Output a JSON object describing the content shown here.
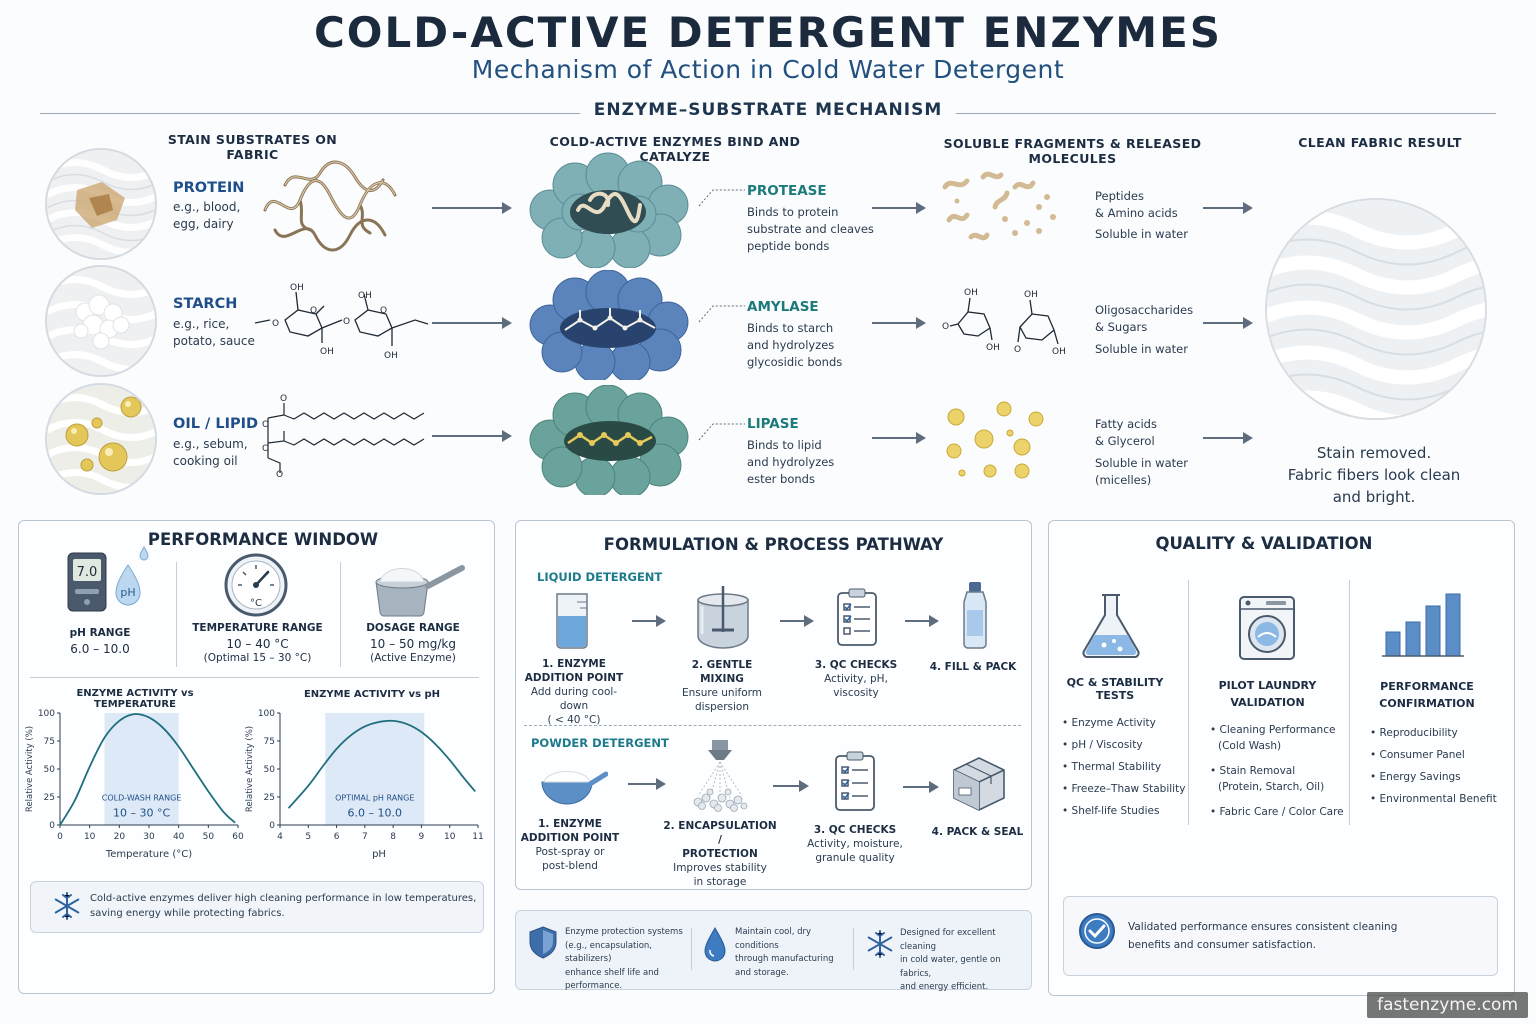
{
  "header": {
    "title": "COLD-ACTIVE DETERGENT ENZYMES",
    "subtitle": "Mechanism of Action in Cold Water Detergent",
    "section_title": "ENZYME–SUBSTRATE MECHANISM"
  },
  "mechanism": {
    "col_stains": "STAIN SUBSTRATES ON FABRIC",
    "col_enzymes": "COLD-ACTIVE ENZYMES BIND AND CATALYZE",
    "col_fragments": "SOLUBLE FRAGMENTS & RELEASED MOLECULES",
    "col_result": "CLEAN FABRIC RESULT",
    "rows": [
      {
        "substrate": "PROTEIN",
        "sub_l1": "e.g., blood,",
        "sub_l2": "egg, dairy",
        "enzyme": "PROTEASE",
        "enz_l1": "Binds to protein",
        "enz_l2": "substrate and cleaves",
        "enz_l3": "peptide bonds",
        "prod_l1": "Peptides",
        "prod_l2": "& Amino acids",
        "prod_l3": "Soluble in water",
        "prod_l4": ""
      },
      {
        "substrate": "STARCH",
        "sub_l1": "e.g., rice,",
        "sub_l2": "potato, sauce",
        "enzyme": "AMYLASE",
        "enz_l1": "Binds to starch",
        "enz_l2": "and hydrolyzes",
        "enz_l3": "glycosidic bonds",
        "prod_l1": "Oligosaccharides",
        "prod_l2": "& Sugars",
        "prod_l3": "Soluble in water",
        "prod_l4": ""
      },
      {
        "substrate": "OIL / LIPID",
        "sub_l1": "e.g., sebum,",
        "sub_l2": "cooking oil",
        "enzyme": "LIPASE",
        "enz_l1": "Binds to lipid",
        "enz_l2": "and hydrolyzes",
        "enz_l3": "ester bonds",
        "prod_l1": "Fatty acids",
        "prod_l2": "& Glycerol",
        "prod_l3": "Soluble in water",
        "prod_l4": "(micelles)"
      }
    ],
    "result_l1": "Stain removed.",
    "result_l2": "Fabric fibers look clean",
    "result_l3": "and bright.",
    "oh": "OH",
    "o": "O"
  },
  "performance": {
    "title": "PERFORMANCE WINDOW",
    "ph_display": "7.0",
    "ph_drop": "pH",
    "ph_label": "pH RANGE",
    "ph_value": "6.0 – 10.0",
    "temp_unit": "°C",
    "temp_label": "TEMPERATURE RANGE",
    "temp_value": "10 – 40 °C",
    "temp_note": "(Optimal 15 – 30 °C)",
    "dose_label": "DOSAGE RANGE",
    "dose_value": "10 – 50 mg/kg",
    "dose_note": "(Active Enzyme)",
    "note": "Cold-active enzymes deliver high cleaning performance in low temperatures,",
    "note2": "saving energy while protecting fabrics."
  },
  "chart_data": [
    {
      "type": "line",
      "title": "ENZYME ACTIVITY vs TEMPERATURE",
      "xlabel": "Temperature (°C)",
      "ylabel": "Relative Activity (%)",
      "xlim": [
        0,
        60
      ],
      "ylim": [
        0,
        100
      ],
      "xticks": [
        "0",
        "10",
        "20",
        "30",
        "40",
        "50",
        "60"
      ],
      "yticks": [
        "0",
        "25",
        "50",
        "75",
        "100"
      ],
      "x": [
        0,
        5,
        10,
        15,
        20,
        25,
        30,
        35,
        40,
        45,
        50,
        55,
        59
      ],
      "y": [
        0,
        22,
        52,
        78,
        93,
        99,
        96,
        86,
        70,
        50,
        30,
        12,
        2
      ],
      "band": [
        15,
        40
      ],
      "band_label": "COLD-WASH RANGE",
      "band_value": "10 – 30 °C"
    },
    {
      "type": "line",
      "title": "ENZYME ACTIVITY vs pH",
      "xlabel": "pH",
      "ylabel": "Relative Activity (%)",
      "xlim": [
        4,
        11
      ],
      "ylim": [
        0,
        100
      ],
      "xticks": [
        "4",
        "5",
        "6",
        "7",
        "8",
        "9",
        "10",
        "11"
      ],
      "yticks": [
        "0",
        "25",
        "50",
        "75",
        "100"
      ],
      "x": [
        4.3,
        5,
        5.5,
        6,
        6.5,
        7,
        7.5,
        8,
        8.5,
        9,
        9.5,
        10,
        10.5,
        10.9
      ],
      "y": [
        15,
        35,
        52,
        68,
        80,
        88,
        92,
        93,
        90,
        83,
        72,
        58,
        42,
        30
      ],
      "band": [
        5.6,
        9.1
      ],
      "band_label": "OPTIMAL pH RANGE",
      "band_value": "6.0 – 10.0"
    }
  ],
  "formulation": {
    "title": "FORMULATION & PROCESS PATHWAY",
    "liquid_label": "LIQUID DETERGENT",
    "powder_label": "POWDER DETERGENT",
    "liquid_steps": [
      {
        "t1": "1. ENZYME",
        "t2": "ADDITION POINT",
        "d1": "Add during cool-down",
        "d2": "( < 40 °C)"
      },
      {
        "t1": "2. GENTLE MIXING",
        "t2": "",
        "d1": "Ensure uniform",
        "d2": "dispersion"
      },
      {
        "t1": "3. QC CHECKS",
        "t2": "",
        "d1": "Activity, pH,",
        "d2": "viscosity"
      },
      {
        "t1": "4. FILL & PACK",
        "t2": "",
        "d1": "",
        "d2": ""
      }
    ],
    "powder_steps": [
      {
        "t1": "1. ENZYME",
        "t2": "ADDITION POINT",
        "d1": "Post-spray or",
        "d2": "post-blend"
      },
      {
        "t1": "2. ENCAPSULATION /",
        "t2": "PROTECTION",
        "d1": "Improves stability",
        "d2": "in storage"
      },
      {
        "t1": "3. QC CHECKS",
        "t2": "",
        "d1": "Activity, moisture,",
        "d2": "granule quality"
      },
      {
        "t1": "4. PACK & SEAL",
        "t2": "",
        "d1": "",
        "d2": ""
      }
    ],
    "notes": [
      {
        "l1": "Enzyme protection systems",
        "l2": "(e.g., encapsulation, stabilizers)",
        "l3": "enhance shelf life and performance."
      },
      {
        "l1": "Maintain cool, dry conditions",
        "l2": "through manufacturing",
        "l3": "and storage."
      },
      {
        "l1": "Designed for excellent cleaning",
        "l2": "in cold water, gentle on fabrics,",
        "l3": "and energy efficient."
      }
    ]
  },
  "quality": {
    "title": "QUALITY & VALIDATION",
    "cols": [
      {
        "h1": "QC & STABILITY TESTS",
        "h2": "",
        "items": [
          "Enzyme Activity",
          "pH / Viscosity",
          "Thermal Stability",
          "Freeze–Thaw Stability",
          "Shelf-life Studies"
        ]
      },
      {
        "h1": "PILOT LAUNDRY",
        "h2": "VALIDATION",
        "items": [
          "Cleaning Performance",
          "(Cold Wash)",
          "Stain Removal",
          "(Protein, Starch, Oil)",
          "Fabric Care / Color Care"
        ]
      },
      {
        "h1": "PERFORMANCE",
        "h2": "CONFIRMATION",
        "items": [
          "Reproducibility",
          "Consumer Panel",
          "Energy Savings",
          "Environmental Benefit"
        ]
      }
    ],
    "note1": "Validated performance ensures consistent cleaning",
    "note2": "benefits and consumer satisfaction."
  },
  "watermark": "fastenzyme.com",
  "colors": {
    "accent": "#1f4f8a",
    "teal": "#1d7a7a",
    "enzyme_teal": "#6fa0a8",
    "enzyme_blue": "#4f78b0",
    "curve": "#1f6e7e",
    "band": "#dde9f6"
  }
}
